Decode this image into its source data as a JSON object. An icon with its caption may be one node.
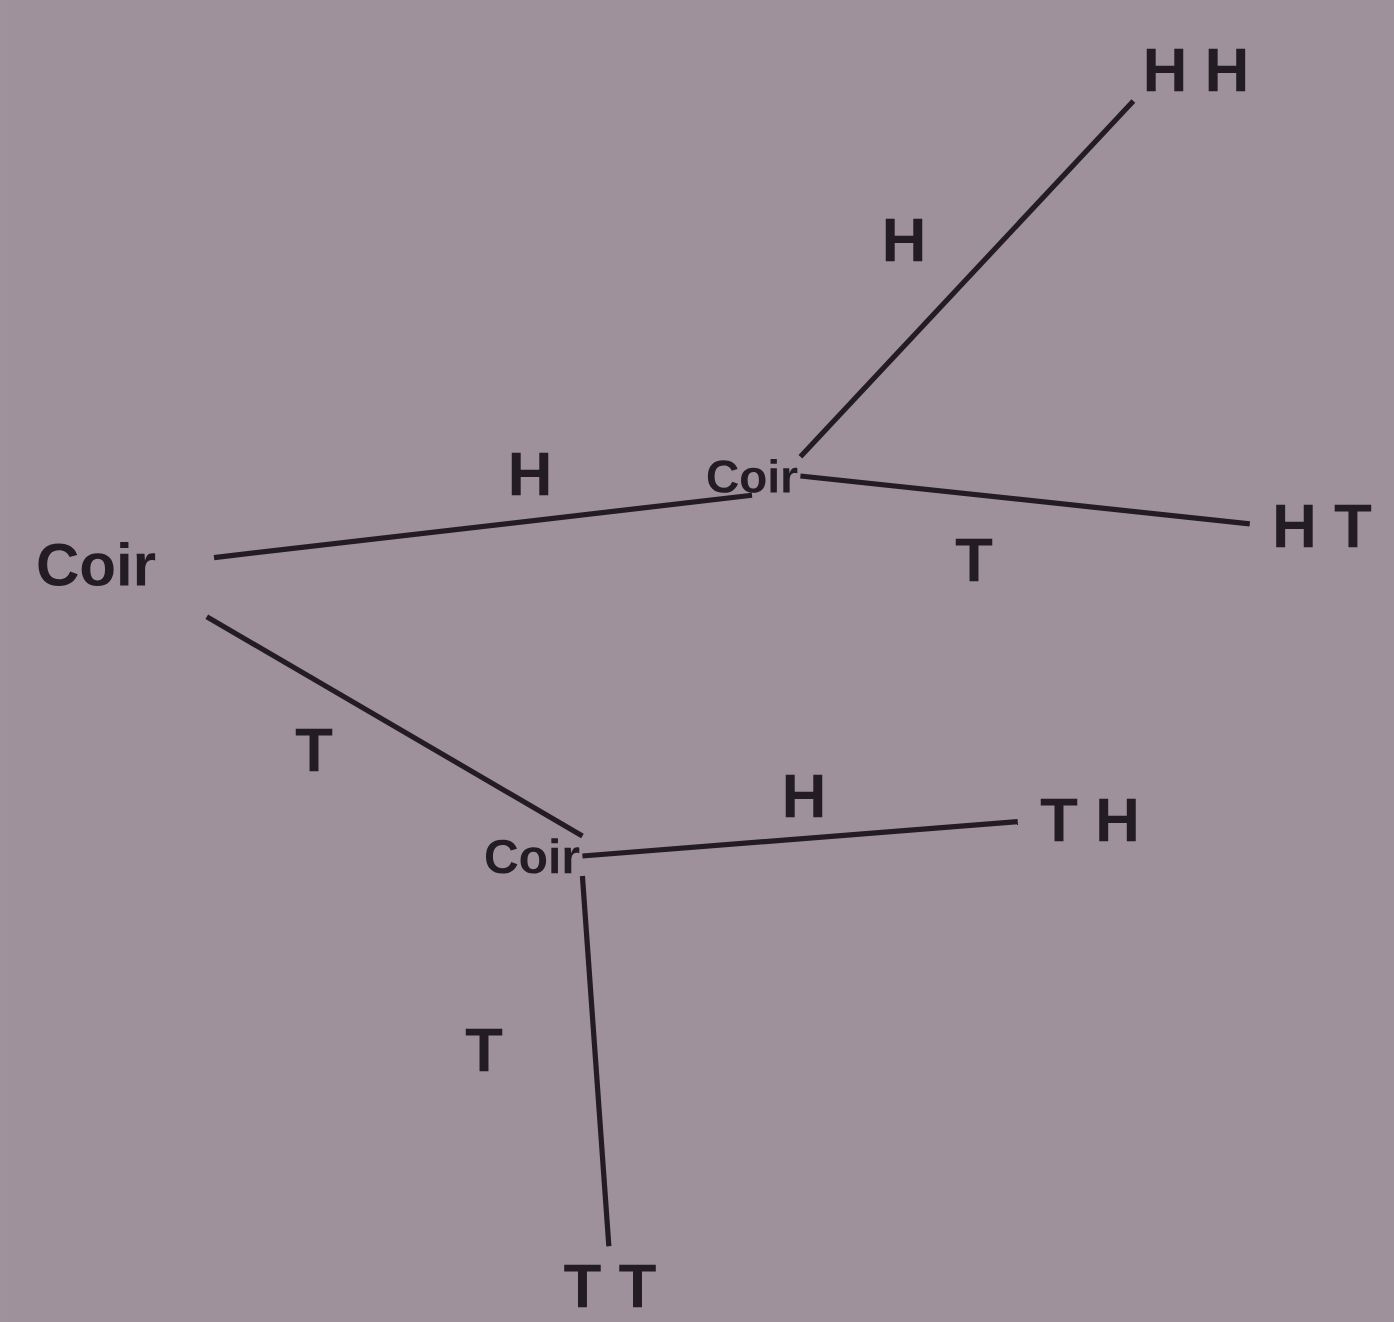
{
  "diagram": {
    "nodes": [
      {
        "text": [
          "Coir"
        ]
      },
      {
        "text": [
          "Coir"
        ]
      },
      {
        "text": [
          "Coir"
        ]
      },
      {
        "text": [
          "H H"
        ]
      },
      {
        "text": [
          "H T"
        ]
      },
      {
        "text": [
          "T H"
        ]
      },
      {
        "text": [
          "T T"
        ]
      }
    ],
    "edges": [
      {
        "from": 0,
        "to": 1,
        "arrow": "none",
        "label": "H"
      },
      {
        "from": 0,
        "to": 2,
        "arrow": "none",
        "label": "T"
      },
      {
        "from": 1,
        "to": 3,
        "arrow": "none",
        "label": "H"
      },
      {
        "from": 1,
        "to": 4,
        "arrow": "none",
        "label": "T"
      },
      {
        "from": 2,
        "to": 5,
        "arrow": "none",
        "label": "H"
      },
      {
        "from": 2,
        "to": 6,
        "arrow": "none",
        "label": "T"
      }
    ]
  }
}
